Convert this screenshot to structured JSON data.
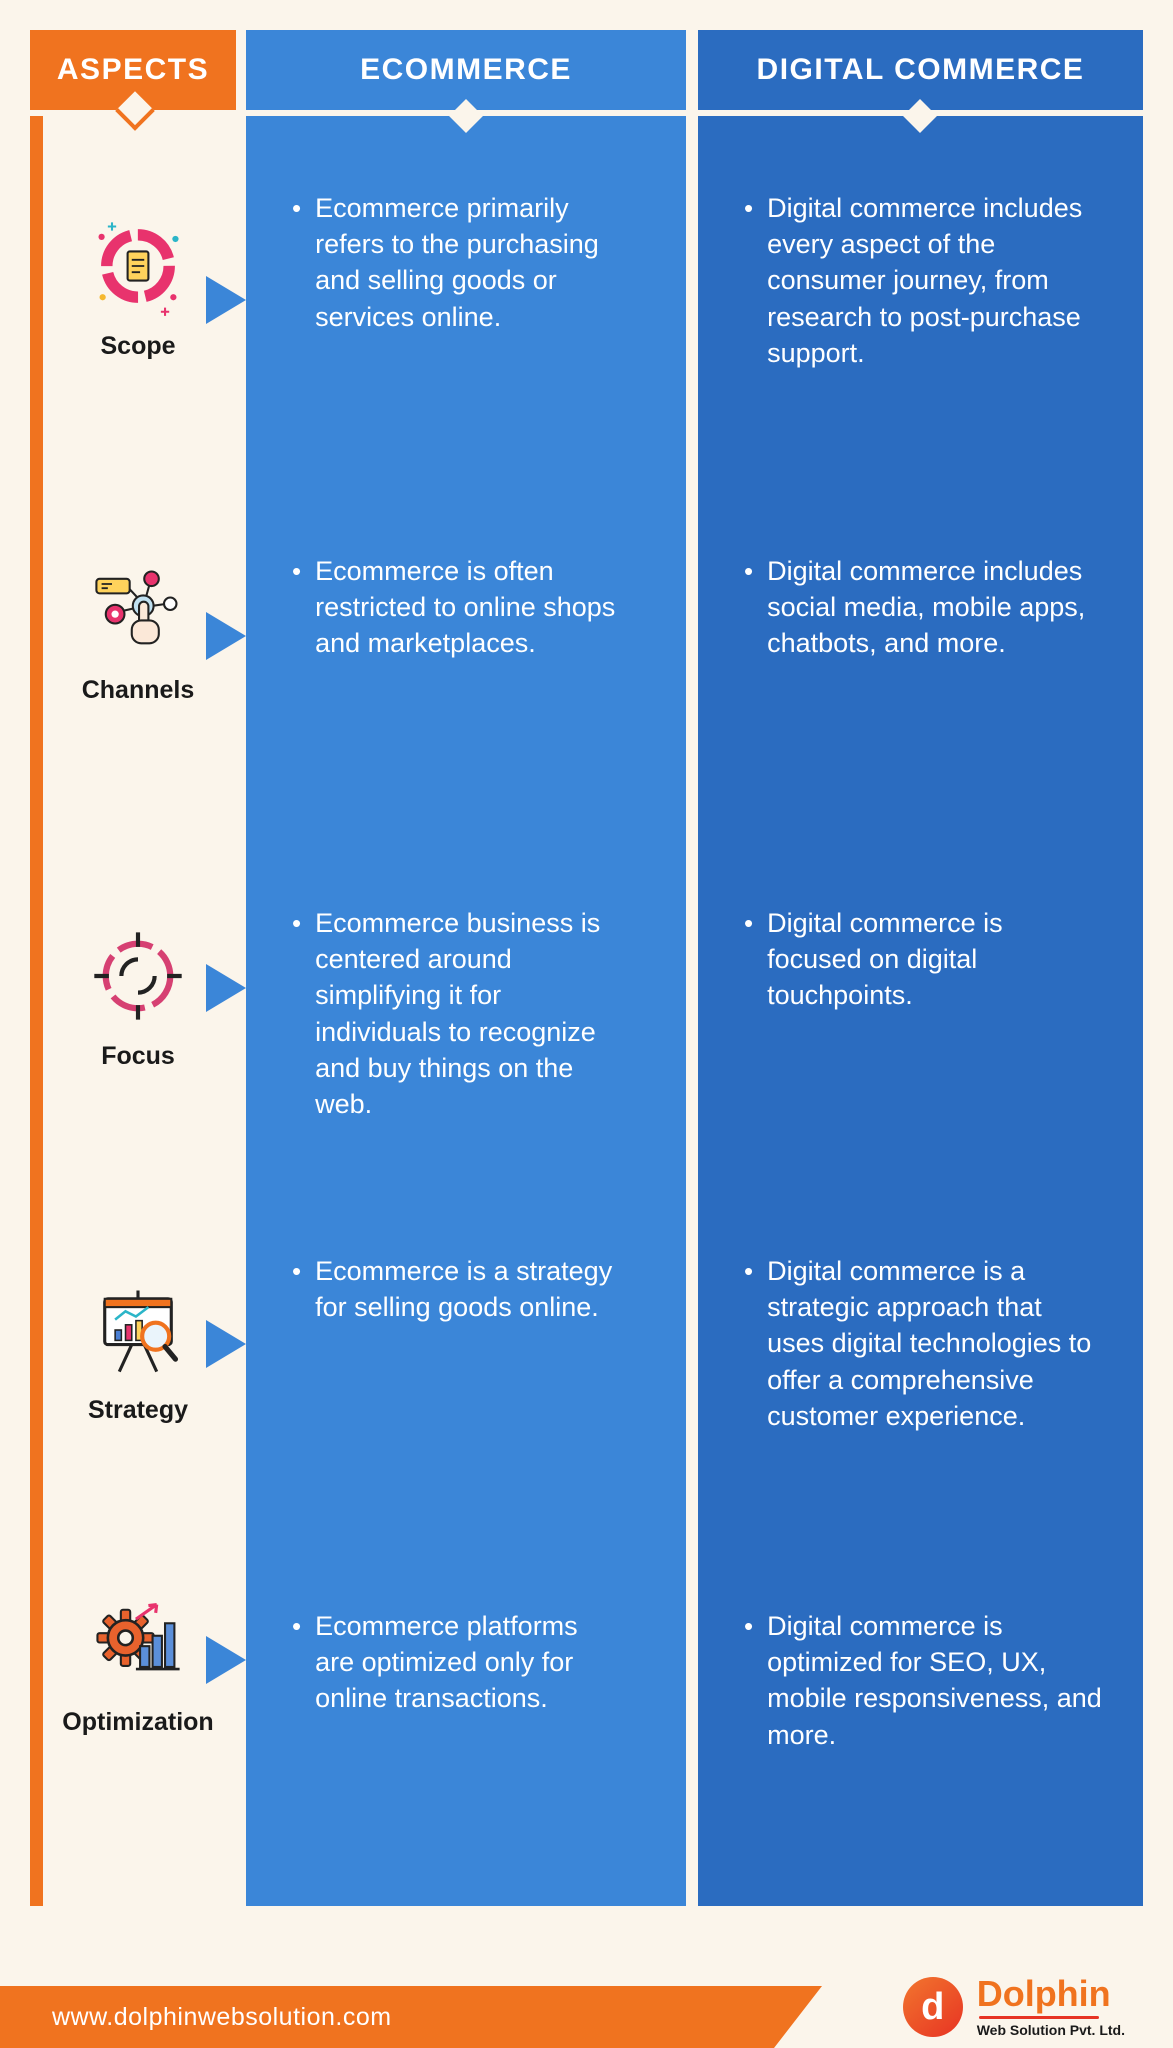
{
  "colors": {
    "orange": "#F0731F",
    "blue_mid": "#3B86D8",
    "blue_dark": "#2B6CC0",
    "background": "#FBF5EB",
    "text_dark": "#1A1A1A",
    "logo_red": "#E73323"
  },
  "header": {
    "aspects": "ASPECTS",
    "ecommerce": "ECOMMERCE",
    "digital": "DIGITAL COMMERCE"
  },
  "rows": [
    {
      "aspect": "Scope",
      "icon": "scope-target-document-icon",
      "ecommerce": "Ecommerce primarily refers to the purchasing and selling goods or services online.",
      "digital": "Digital commerce includes every aspect of the consumer journey, from research to post-purchase support."
    },
    {
      "aspect": "Channels",
      "icon": "channels-network-click-icon",
      "ecommerce": "Ecommerce is often restricted to online shops and marketplaces.",
      "digital": "Digital commerce includes social media, mobile apps, chatbots, and more."
    },
    {
      "aspect": "Focus",
      "icon": "focus-crosshair-icon",
      "ecommerce": "Ecommerce business is centered around simplifying it for individuals to recognize and buy things on the web.",
      "digital": "Digital commerce is focused on digital touchpoints."
    },
    {
      "aspect": "Strategy",
      "icon": "strategy-chart-magnifier-icon",
      "ecommerce": "Ecommerce is a strategy for selling goods online.",
      "digital": "Digital commerce is a strategic approach that uses digital technologies to offer a comprehensive customer experience."
    },
    {
      "aspect": "Optimization",
      "icon": "optimization-gear-chart-icon",
      "ecommerce": "Ecommerce platforms are optimized only for online transactions.",
      "digital": "Digital commerce is optimized for SEO, UX, mobile responsiveness, and more."
    }
  ],
  "bullet": "•",
  "footer": {
    "website": "www.dolphinwebsolution.com",
    "brand": "Dolphin",
    "brand_subtitle": "Web Solution Pvt. Ltd.",
    "brand_initial": "d"
  }
}
